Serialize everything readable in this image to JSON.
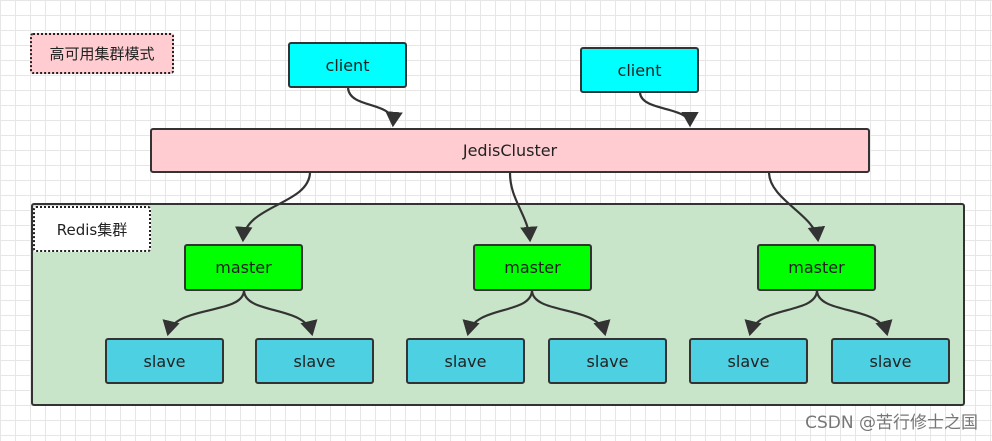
{
  "title_tag": "高可用集群模式",
  "cluster_tag": "Redis集群",
  "clients": [
    "client",
    "client"
  ],
  "router": "JedisCluster",
  "masters": [
    "master",
    "master",
    "master"
  ],
  "slaves": [
    "slave",
    "slave",
    "slave",
    "slave",
    "slave",
    "slave"
  ],
  "watermark": "CSDN @苦行修士之国",
  "colors": {
    "client": "#00ffff",
    "router": "#ffccd1",
    "cluster_area": "#c9e5c9",
    "master": "#00ff00",
    "slave": "#4dd0e1",
    "title_tag": "#ffccd1"
  }
}
